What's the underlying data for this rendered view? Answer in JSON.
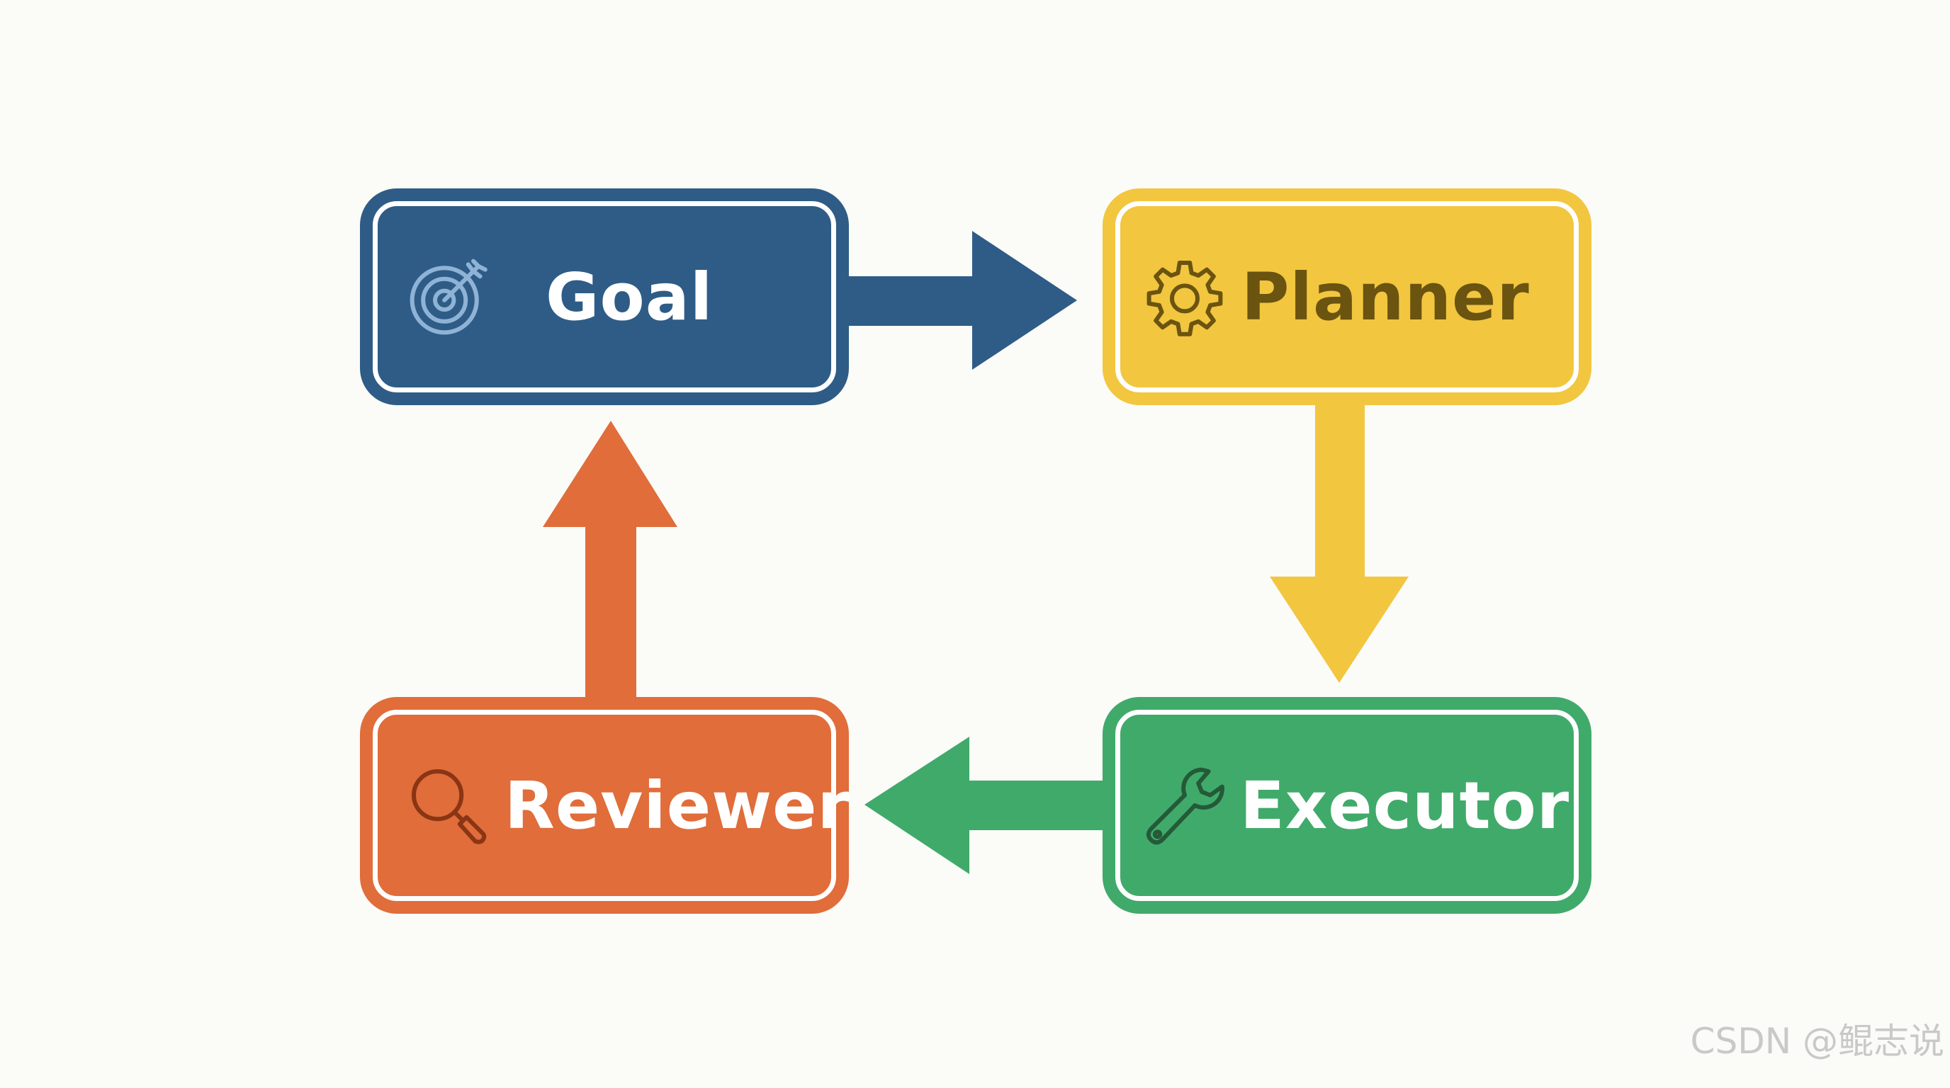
{
  "diagram": {
    "nodes": {
      "goal": {
        "label": "Goal",
        "icon": "target-icon",
        "fill": "#2e5c86",
        "text_color": "#ffffff",
        "icon_color": "#8fb3d6"
      },
      "planner": {
        "label": "Planner",
        "icon": "gear-icon",
        "fill": "#f2c63f",
        "text_color": "#6b5310",
        "icon_color": "#6b5310"
      },
      "executor": {
        "label": "Executor",
        "icon": "wrench-icon",
        "fill": "#40aa6a",
        "text_color": "#ffffff",
        "icon_color": "#245a38"
      },
      "reviewer": {
        "label": "Reviewer",
        "icon": "magnifier-icon",
        "fill": "#e06d3a",
        "text_color": "#ffffff",
        "icon_color": "#8a3514"
      }
    },
    "edges": [
      {
        "from": "Goal",
        "to": "Planner",
        "color": "#2e5c86"
      },
      {
        "from": "Planner",
        "to": "Executor",
        "color": "#f2c63f"
      },
      {
        "from": "Executor",
        "to": "Reviewer",
        "color": "#40aa6a"
      },
      {
        "from": "Reviewer",
        "to": "Goal",
        "color": "#e06d3a"
      }
    ]
  },
  "watermark": "CSDN @鲲志说"
}
